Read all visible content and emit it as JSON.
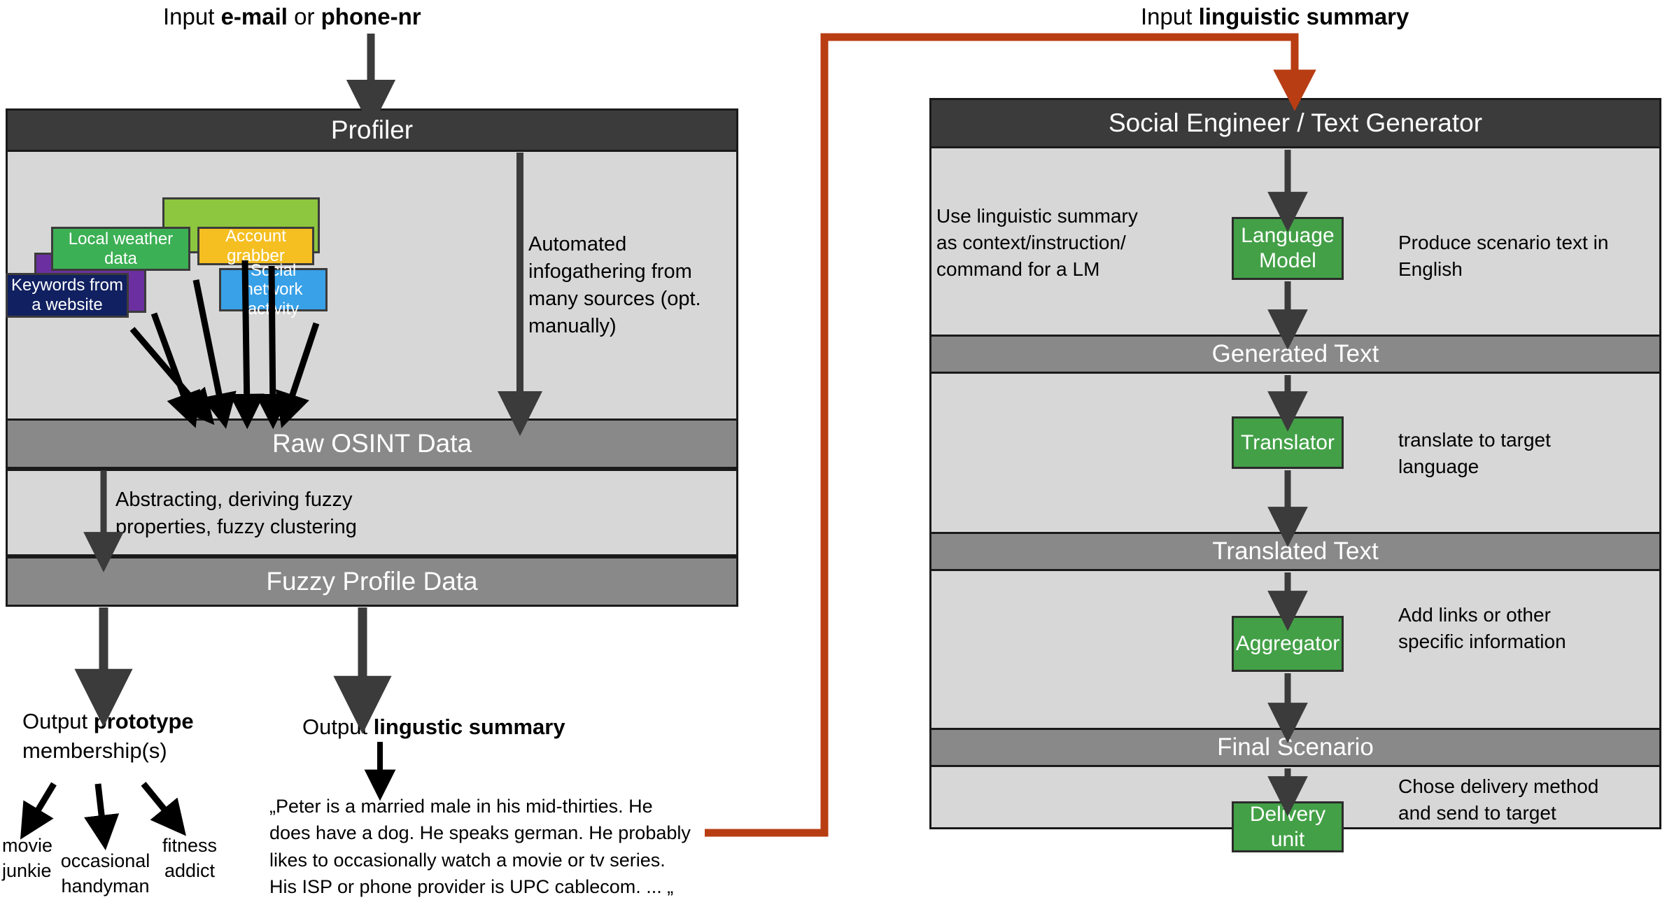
{
  "left": {
    "input_label_plain_1": "Input ",
    "input_label_bold_1": "e-mail",
    "input_label_plain_2": " or ",
    "input_label_bold_2": "phone-nr",
    "header": "Profiler",
    "sources": [
      {
        "label": "",
        "color": "#8dc63f",
        "name": "green-light-source"
      },
      {
        "label": "Local weather data",
        "color": "#3cb054",
        "name": "local-weather-data"
      },
      {
        "label": "Account grabber",
        "color": "#f5bf22",
        "name": "account-grabber"
      },
      {
        "label": "",
        "color": "#6b2fa0",
        "name": "purple-source"
      },
      {
        "label": "Keywords from a website",
        "color": "#102060",
        "name": "keywords-from-website"
      },
      {
        "label": "Social network activity",
        "color": "#38a1e8",
        "name": "social-network-activity"
      }
    ],
    "automated_note": "Automated infogathering from many sources (opt. manually)",
    "raw_osint": "Raw OSINT Data",
    "abstracting_note": "Abstracting, deriving fuzzy properties, fuzzy clustering",
    "fuzzy_profile": "Fuzzy Profile Data",
    "output_prototype_plain": "Output ",
    "output_prototype_bold": "prototype",
    "output_prototype_line2": "membership(s)",
    "prototypes": [
      "movie junkie",
      "occasional handyman",
      "fitness addict"
    ],
    "output_summary_plain": "Output ",
    "output_summary_bold": "lingustic summary",
    "summary_text": "„Peter is a married male in his mid-thirties. He does have a dog.  He speaks german. He probably likes to occasionally watch a movie or tv series.  His ISP or phone provider is UPC cablecom. ... „"
  },
  "right": {
    "input_label_plain": "Input ",
    "input_label_bold": "linguistic summary",
    "header": "Social Engineer / Text Generator",
    "stages": [
      {
        "left_note": "Use linguistic summary as context/instruction/ command for a LM",
        "box": "Language Model",
        "right_note": "Produce scenario text in English",
        "result": "Generated Text"
      },
      {
        "left_note": "",
        "box": "Translator",
        "right_note": "translate to target language",
        "result": "Translated Text"
      },
      {
        "left_note": "",
        "box": "Aggregator",
        "right_note": "Add links or other specific information",
        "result": "Final Scenario"
      },
      {
        "left_note": "",
        "box": "Delivery unit",
        "right_note": "Chose delivery method and send to target",
        "result": ""
      }
    ]
  },
  "colors": {
    "header_dark": "#3b3b3b",
    "header_grey": "#898989",
    "panel_body": "#d7d7d7",
    "process_green": "#43a047",
    "feedback_red": "#b93d13",
    "arrow_dark": "#3b3b3b",
    "arrow_black": "#000000"
  }
}
